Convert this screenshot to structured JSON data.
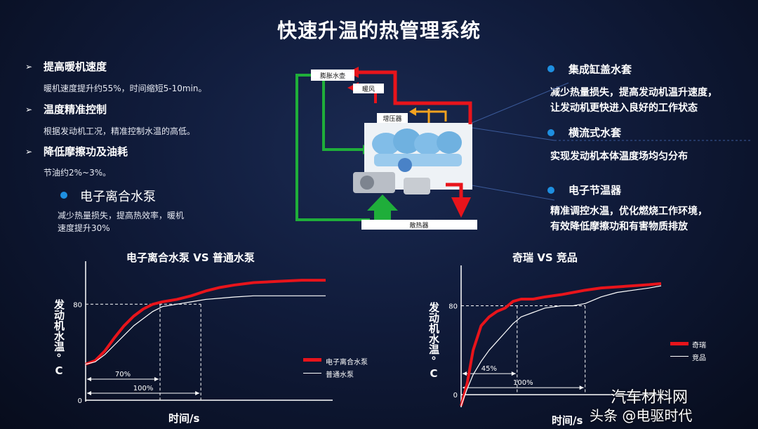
{
  "title": "快速升温的热管理系统",
  "left_items": [
    {
      "head": "提高暖机速度",
      "body": "暖机速度提升约55%，时间缩短5-10min。"
    },
    {
      "head": "温度精准控制",
      "body": "根据发动机工况，精准控制水温的高低。"
    },
    {
      "head": "降低摩擦功及油耗",
      "body": "节油约2%~3%。"
    }
  ],
  "left_marker": "➢",
  "pump": {
    "head": "电子离合水泵",
    "body_line1": "减少热量损失，提高热效率，暖机",
    "body_line2": "速度提升30%"
  },
  "right_items": [
    {
      "head": "集成缸盖水套",
      "body": [
        "减少热量损失，提高发动机温升速度，",
        "让发动机更快进入良好的工作状态"
      ]
    },
    {
      "head": "横流式水套",
      "body": [
        "实现发动机本体温度场均匀分布"
      ]
    },
    {
      "head": "电子节温器",
      "body": [
        "精准调控水温，优化燃烧工作环境，",
        "有效降低摩擦功和有害物质排放"
      ]
    }
  ],
  "diagram": {
    "expansion_tank": "膨胀水壶",
    "heater": "暖风",
    "turbo": "增压器",
    "radiator": "散热器"
  },
  "watermark": {
    "brand": "汽车材料网",
    "line2": "头条 @电驱时代"
  },
  "colors": {
    "red": "#e8141b",
    "green": "#1fae3a",
    "accent_blue": "#1e8fe0",
    "orange": "#f3a21f"
  },
  "chart_data": [
    {
      "type": "line",
      "title": "电子离合水泵 VS 普通水泵",
      "ylabel": "发动机水温°C",
      "xlabel": "时间/s",
      "yticks": [
        "0",
        "80"
      ],
      "ylim": [
        0,
        110
      ],
      "xlim": [
        0,
        100
      ],
      "threshold": 80,
      "annotations": [
        {
          "label": "70%",
          "x": 31
        },
        {
          "label": "100%",
          "x": 48
        }
      ],
      "series": [
        {
          "name": "电子离合水泵",
          "color": "#e8141b",
          "x": [
            0,
            4,
            8,
            12,
            16,
            20,
            24,
            28,
            32,
            38,
            44,
            50,
            56,
            62,
            70,
            80,
            90,
            100
          ],
          "y": [
            30,
            33,
            41,
            52,
            62,
            70,
            76,
            80,
            82,
            84,
            87,
            91,
            94,
            96,
            98,
            99,
            100,
            100
          ]
        },
        {
          "name": "普通水泵",
          "color": "#ffffff",
          "x": [
            0,
            4,
            8,
            12,
            16,
            20,
            24,
            28,
            32,
            38,
            44,
            50,
            56,
            62,
            70,
            80,
            90,
            100
          ],
          "y": [
            30,
            32,
            38,
            46,
            54,
            62,
            68,
            74,
            78,
            80,
            82,
            84,
            85,
            86,
            87,
            87,
            87,
            87
          ]
        }
      ]
    },
    {
      "type": "line",
      "title": "奇瑞 VS 竞品",
      "ylabel": "发动机水温°C",
      "xlabel": "时间/s",
      "yticks": [
        "0",
        "80"
      ],
      "ylim": [
        -10,
        110
      ],
      "xlim": [
        0,
        100
      ],
      "threshold": 80,
      "annotations": [
        {
          "label": "45%",
          "x": 28
        },
        {
          "label": "100%",
          "x": 62
        }
      ],
      "series": [
        {
          "name": "奇瑞",
          "color": "#e8141b",
          "x": [
            0,
            3,
            6,
            10,
            14,
            18,
            22,
            26,
            30,
            36,
            42,
            50,
            56,
            62,
            70,
            78,
            86,
            94,
            100
          ],
          "y": [
            -10,
            10,
            40,
            62,
            70,
            75,
            78,
            84,
            86,
            86,
            88,
            90,
            92,
            94,
            96,
            97,
            98,
            99,
            100
          ]
        },
        {
          "name": "竞品",
          "color": "#ffffff",
          "x": [
            0,
            3,
            6,
            10,
            14,
            18,
            22,
            26,
            30,
            36,
            42,
            50,
            56,
            62,
            70,
            78,
            86,
            94,
            100
          ],
          "y": [
            -10,
            5,
            18,
            30,
            40,
            48,
            56,
            64,
            70,
            74,
            78,
            80,
            80,
            82,
            88,
            92,
            94,
            96,
            98
          ]
        }
      ]
    }
  ]
}
